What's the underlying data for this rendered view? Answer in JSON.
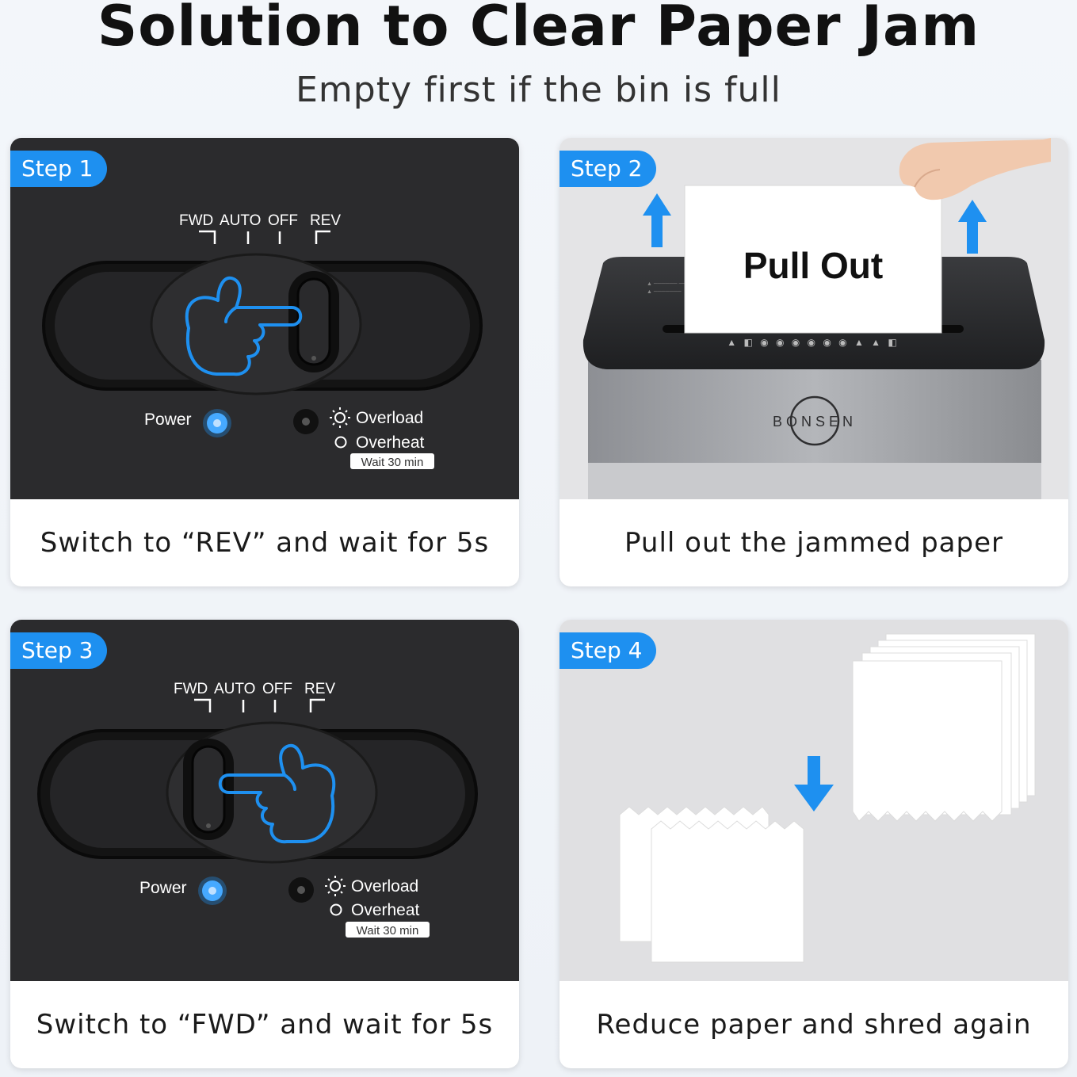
{
  "header": {
    "title": "Solution to Clear Paper Jam",
    "subtitle": "Empty first if the bin is full"
  },
  "steps": [
    {
      "badge": "Step 1",
      "caption": "Switch to “REV” and wait for 5s"
    },
    {
      "badge": "Step 2",
      "caption": "Pull out the jammed paper"
    },
    {
      "badge": "Step 3",
      "caption": "Switch to “FWD” and wait for 5s"
    },
    {
      "badge": "Step 4",
      "caption": "Reduce paper and shred again"
    }
  ],
  "panel": {
    "fwd": "FWD",
    "auto": "AUTO",
    "off": "OFF",
    "rev": "REV",
    "power": "Power",
    "overload": "Overload",
    "overheat": "Overheat",
    "wait": "Wait 30 min"
  },
  "shredder": {
    "paper_label": "Pull Out",
    "brand": "BONSEN"
  },
  "colors": {
    "accent": "#1e90f0",
    "dark_panel": "#2b2b2d",
    "light_panel": "#e4e4e6"
  }
}
